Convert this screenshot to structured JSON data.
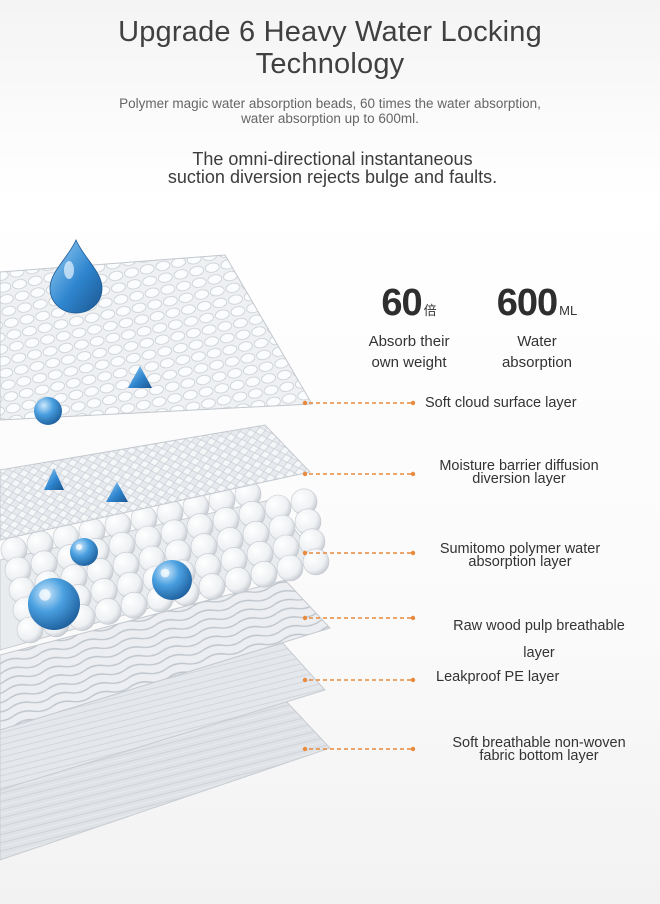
{
  "title": {
    "line1": "Upgrade 6 Heavy Water Locking",
    "line2": "Technology"
  },
  "subtitle": {
    "line1": "Polymer magic water absorption beads, 60 times the water absorption,",
    "line2": "water absorption up to 600ml."
  },
  "tagline": {
    "line1": "The omni-directional instantaneous",
    "line2": "suction diversion rejects bulge and faults."
  },
  "stats": [
    {
      "value": "60",
      "unit": "倍",
      "caption_line1": "Absorb their",
      "caption_line2": "own weight"
    },
    {
      "value": "600",
      "unit": "ML",
      "caption_line1": "Water",
      "caption_line2": "absorption"
    }
  ],
  "layer_labels": [
    {
      "line1": "Soft cloud surface layer",
      "line2": ""
    },
    {
      "line1": "Moisture barrier diffusion",
      "line2": "diversion layer"
    },
    {
      "line1": "Sumitomo polymer water",
      "line2": "absorption layer"
    },
    {
      "line1": "Raw wood pulp breathable",
      "line2": "layer"
    },
    {
      "line1": "Leakproof PE layer",
      "line2": ""
    },
    {
      "line1": "Soft breathable non-woven",
      "line2": "fabric bottom layer"
    }
  ],
  "colors": {
    "leader": "#e8893c",
    "water": "#3a8fd4",
    "layer": "#d9dce0"
  }
}
